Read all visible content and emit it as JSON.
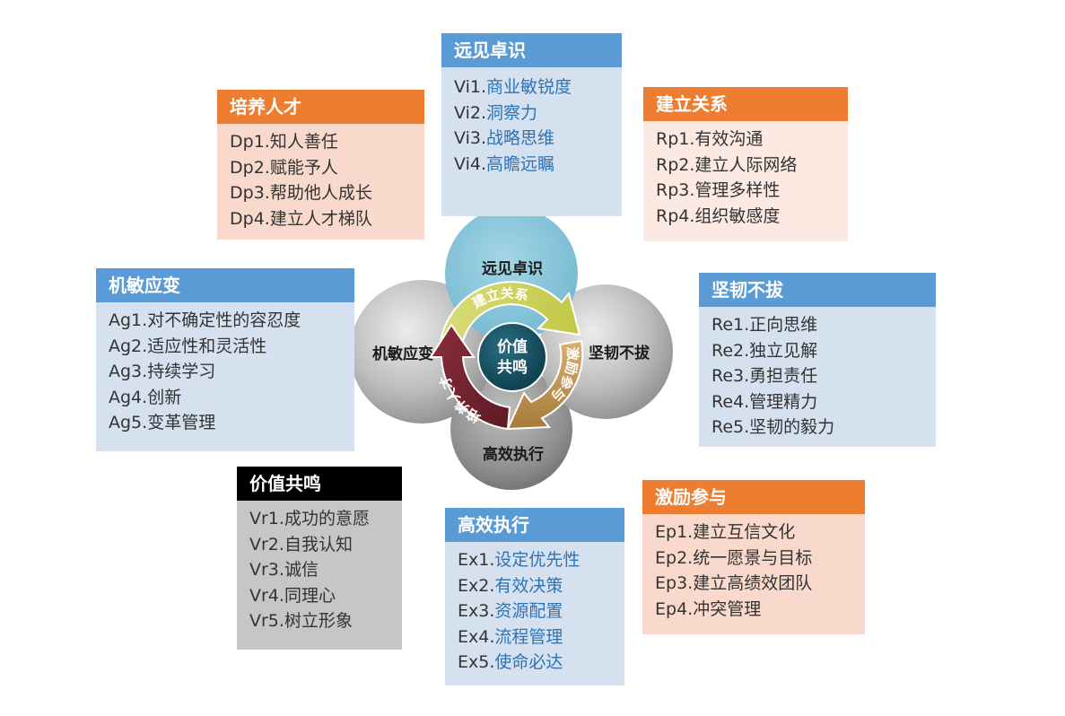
{
  "colors": {
    "orange": "#ed7d31",
    "blue": "#5b9bd5",
    "black": "#000000",
    "light_blue_bg": "#d6e1f0",
    "light_orange_bg": "#f8d9cc",
    "very_light_orange_bg": "#fbe9e2",
    "gray_bg": "#c6c6c6"
  },
  "center": {
    "core": [
      "价值",
      "共鸣"
    ],
    "top": "远见卓识",
    "left": "机敏应变",
    "right": "坚韧不拔",
    "bottom": "高效执行",
    "arrows": {
      "top": "建立关系",
      "right": "激励参与",
      "left": "培养人才"
    }
  },
  "boxes": {
    "vision": {
      "title": "远见卓识",
      "items": [
        {
          "code": "Vi1.",
          "text": "商业敏锐度"
        },
        {
          "code": "Vi2.",
          "text": "洞察力"
        },
        {
          "code": "Vi3.",
          "text": "战略思维"
        },
        {
          "code": "Vi4.",
          "text": "高瞻远瞩"
        }
      ]
    },
    "develop": {
      "title": "培养人才",
      "items": [
        {
          "code": "Dp1.",
          "text": "知人善任"
        },
        {
          "code": "Dp2.",
          "text": "赋能予人"
        },
        {
          "code": "Dp3.",
          "text": "帮助他人成长"
        },
        {
          "code": "Dp4.",
          "text": "建立人才梯队"
        }
      ]
    },
    "relations": {
      "title": "建立关系",
      "items": [
        {
          "code": "Rp1.",
          "text": "有效沟通"
        },
        {
          "code": "Rp2.",
          "text": "建立人际网络"
        },
        {
          "code": "Rp3.",
          "text": "管理多样性"
        },
        {
          "code": "Rp4.",
          "text": "组织敏感度"
        }
      ]
    },
    "agility": {
      "title": "机敏应变",
      "items": [
        {
          "code": "Ag1.",
          "text": "对不确定性的容忍度"
        },
        {
          "code": "Ag2.",
          "text": "适应性和灵活性"
        },
        {
          "code": "Ag3.",
          "text": "持续学习"
        },
        {
          "code": "Ag4.",
          "text": "创新"
        },
        {
          "code": "Ag5.",
          "text": "变革管理"
        }
      ]
    },
    "resilience": {
      "title": "坚韧不拔",
      "items": [
        {
          "code": "Re1.",
          "text": "正向思维"
        },
        {
          "code": "Re2.",
          "text": "独立见解"
        },
        {
          "code": "Re3.",
          "text": "勇担责任"
        },
        {
          "code": "Re4.",
          "text": "管理精力"
        },
        {
          "code": "Re5.",
          "text": "坚韧的毅力"
        }
      ]
    },
    "values": {
      "title": "价值共鸣",
      "items": [
        {
          "code": "Vr1.",
          "text": "成功的意愿"
        },
        {
          "code": "Vr2.",
          "text": "自我认知"
        },
        {
          "code": "Vr3.",
          "text": "诚信"
        },
        {
          "code": "Vr4.",
          "text": "同理心"
        },
        {
          "code": "Vr5.",
          "text": "树立形象"
        }
      ]
    },
    "execution": {
      "title": "高效执行",
      "items": [
        {
          "code": "Ex1.",
          "text": "设定优先性"
        },
        {
          "code": "Ex2.",
          "text": "有效决策"
        },
        {
          "code": "Ex3.",
          "text": "资源配置"
        },
        {
          "code": "Ex4.",
          "text": "流程管理"
        },
        {
          "code": "Ex5.",
          "text": "使命必达"
        }
      ]
    },
    "engage": {
      "title": "激励参与",
      "items": [
        {
          "code": "Ep1.",
          "text": "建立互信文化"
        },
        {
          "code": "Ep2.",
          "text": "统一愿景与目标"
        },
        {
          "code": "Ep3.",
          "text": "建立高绩效团队"
        },
        {
          "code": "Ep4.",
          "text": "冲突管理"
        }
      ]
    }
  }
}
